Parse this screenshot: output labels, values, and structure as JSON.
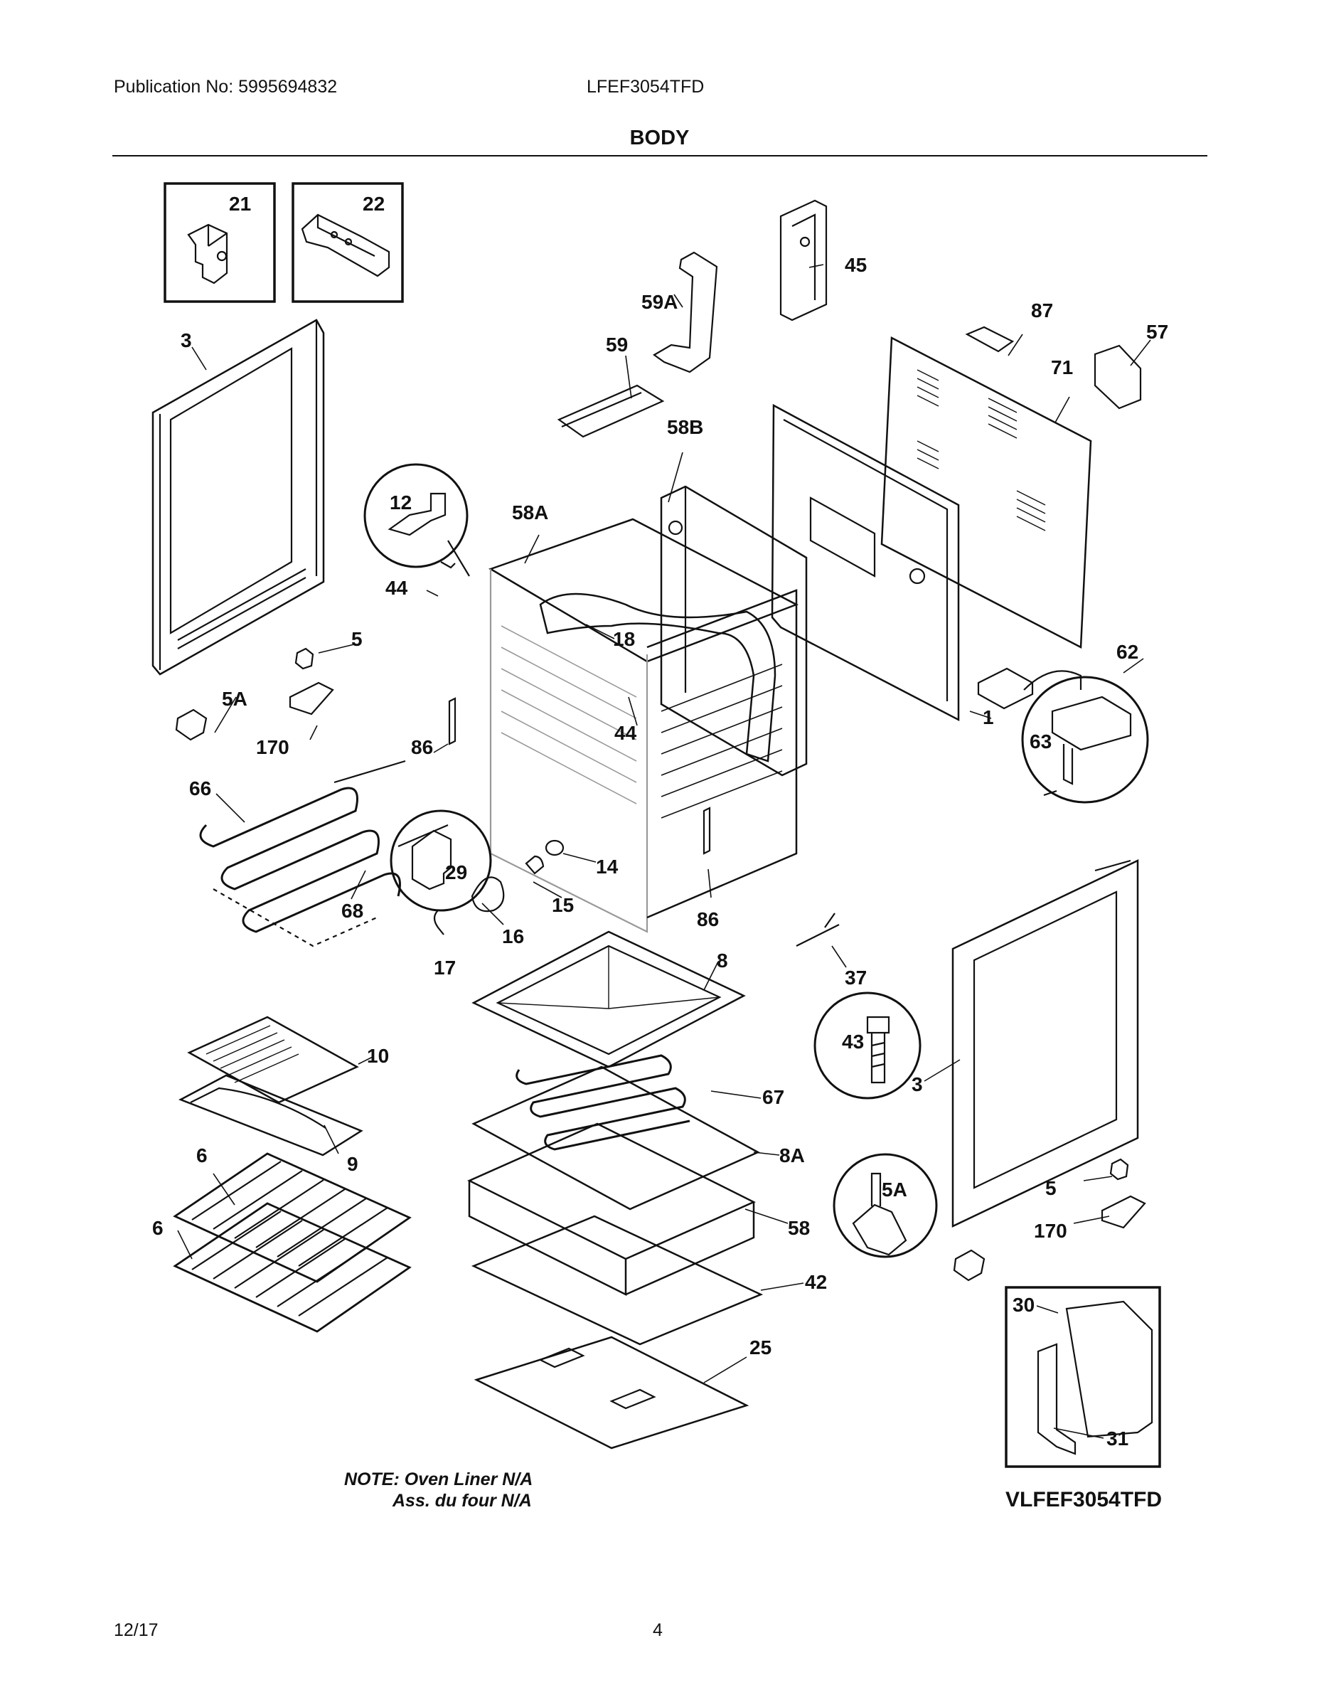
{
  "header": {
    "publication": "Publication No: 5995694832",
    "model": "LFEF3054TFD",
    "title": "BODY"
  },
  "diagram": {
    "callouts": [
      "21",
      "22",
      "45",
      "59A",
      "87",
      "57",
      "3",
      "59",
      "71",
      "58B",
      "12",
      "58A",
      "44",
      "18",
      "5",
      "62",
      "5A",
      "1",
      "44",
      "63",
      "170",
      "86",
      "66",
      "29",
      "14",
      "15",
      "86",
      "68",
      "16",
      "17",
      "8",
      "37",
      "43",
      "10",
      "67",
      "3",
      "9",
      "6",
      "8A",
      "5A",
      "5",
      "6",
      "58",
      "170",
      "42",
      "30",
      "25",
      "31"
    ]
  },
  "notes": {
    "line1": "NOTE: Oven Liner N/A",
    "line2": "Ass. du four N/A"
  },
  "variant_code": "VLFEF3054TFD",
  "footer": {
    "date": "12/17",
    "page": "4"
  }
}
